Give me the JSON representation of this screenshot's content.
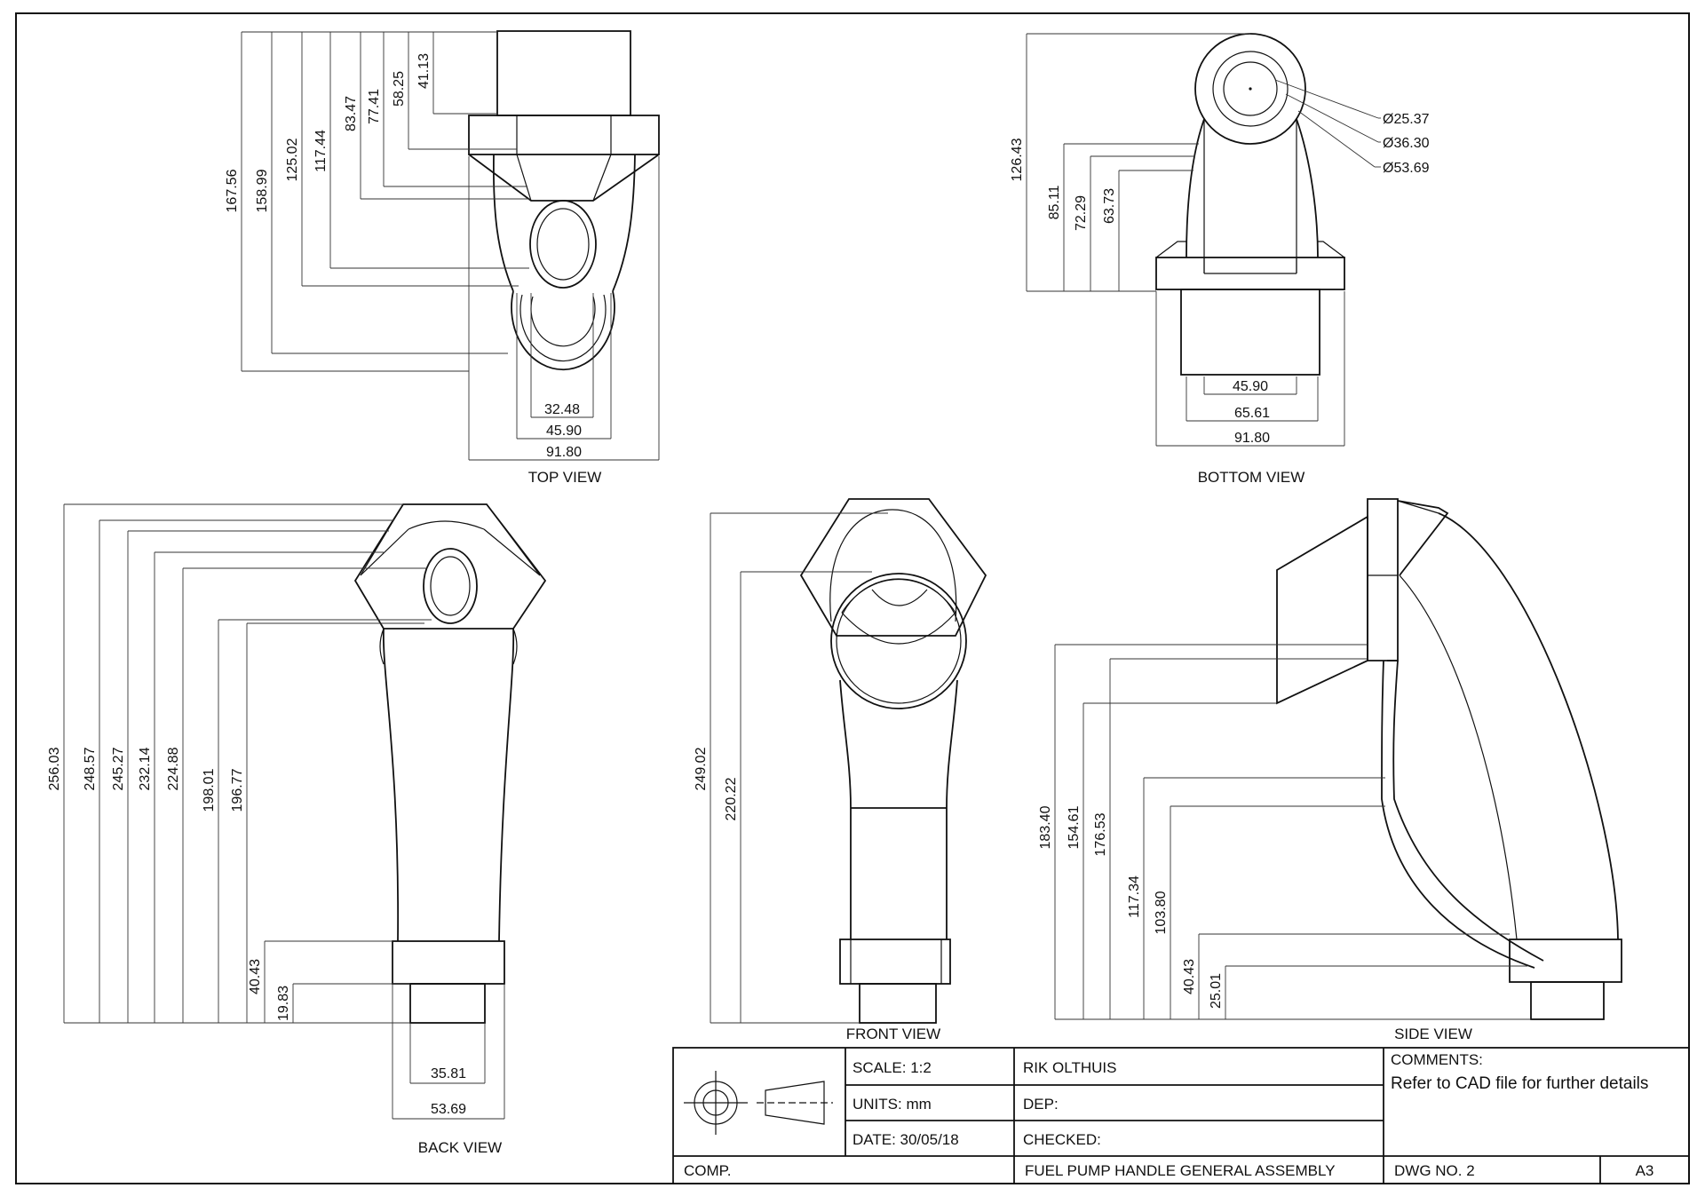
{
  "views": {
    "top": {
      "label": "TOP VIEW",
      "vertical_dims": [
        "167.56",
        "158.99",
        "125.02",
        "117.44",
        "83.47",
        "77.41",
        "58.25",
        "41.13"
      ],
      "horizontal_dims": [
        "32.48",
        "45.90",
        "91.80"
      ]
    },
    "bottom": {
      "label": "BOTTOM VIEW",
      "vertical_dims": [
        "126.43",
        "85.11",
        "72.29",
        "63.73"
      ],
      "diameters": [
        "Ø25.37",
        "Ø36.30",
        "Ø53.69"
      ],
      "horizontal_dims": [
        "45.90",
        "65.61",
        "91.80"
      ]
    },
    "back": {
      "label": "BACK VIEW",
      "vertical_dims": [
        "256.03",
        "248.57",
        "245.27",
        "232.14",
        "224.88",
        "198.01",
        "196.77",
        "40.43",
        "19.83"
      ],
      "horizontal_dims": [
        "35.81",
        "53.69"
      ]
    },
    "front": {
      "label": "FRONT VIEW",
      "vertical_dims": [
        "249.02",
        "220.22"
      ]
    },
    "side": {
      "label": "SIDE VIEW",
      "vertical_dims": [
        "183.40",
        "154.61",
        "176.53",
        "117.34",
        "103.80",
        "40.43",
        "25.01"
      ]
    }
  },
  "title_block": {
    "scale": "SCALE:   1:2",
    "units": "UNITS:    mm",
    "date": "DATE: 30/05/18",
    "author": "RIK OLTHUIS",
    "dep": "DEP:",
    "checked": "CHECKED:",
    "comments_label": "COMMENTS:",
    "comments_text": "Refer to CAD file for further details",
    "comp": "COMP.",
    "title": "FUEL PUMP HANDLE GENERAL ASSEMBLY",
    "dwg_no": "DWG NO.  2",
    "sheet_size": "A3"
  }
}
